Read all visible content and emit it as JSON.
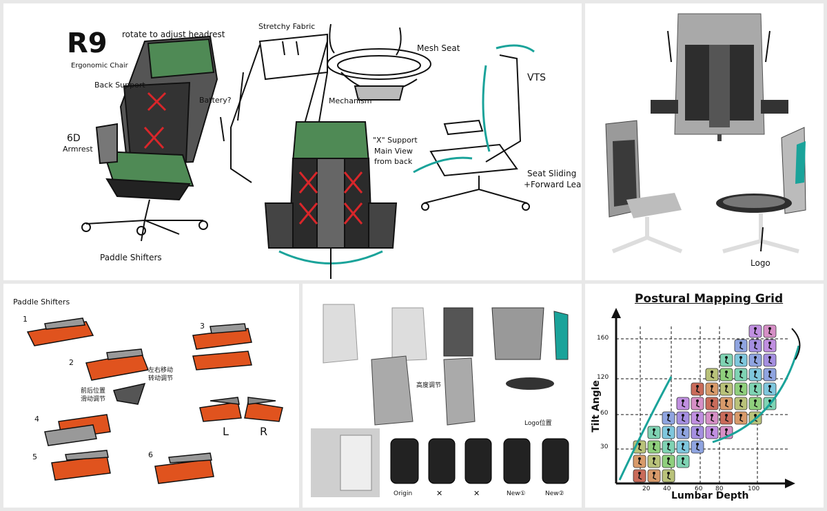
{
  "panel_main": {
    "model": "R9",
    "subtitle": "Ergonomic Chair",
    "notes": {
      "rotate": "rotate to adjust headrest",
      "back_support": "Back Support",
      "battery": "Battery?",
      "armrest_line1": "6D",
      "armrest_line2": "Armrest",
      "paddle": "Paddle Shifters",
      "stretchy": "Stretchy Fabric",
      "mesh_seat": "Mesh Seat",
      "mechanism": "Mechanism",
      "x_support_1": "\"X\" Support",
      "x_support_2": "Main View",
      "x_support_3": "from back",
      "vts": "VTS",
      "seat_sliding_1": "Seat Sliding",
      "seat_sliding_2": "+Forward Leaning"
    },
    "colors": {
      "green": "#4f8a55",
      "red": "#d9262a",
      "teal": "#1aa39a"
    }
  },
  "panel_renders": {
    "logo": "Logo"
  },
  "panel_paddles": {
    "title": "Paddle Shifters",
    "steps": [
      "1",
      "2",
      "3",
      "4",
      "5",
      "6"
    ],
    "left": "L",
    "right": "R",
    "note_a": "左右移动",
    "note_b": "转动调节",
    "note_c": "前后位置",
    "note_d": "滑动调节",
    "accent": "#e0531e"
  },
  "panel_variants": {
    "note1": "高度调节",
    "note2": "Logo位置",
    "shells": [
      "Origin",
      "✕",
      "✕",
      "New①",
      "New②"
    ]
  },
  "grid": {
    "title": "Postural Mapping Grid",
    "xlabel": "Lumbar Depth",
    "ylabel": "Tilt Angle",
    "xticks": [
      "20",
      "40",
      "60",
      "80",
      "100"
    ],
    "yticks": [
      "30",
      "60",
      "120",
      "160"
    ]
  }
}
